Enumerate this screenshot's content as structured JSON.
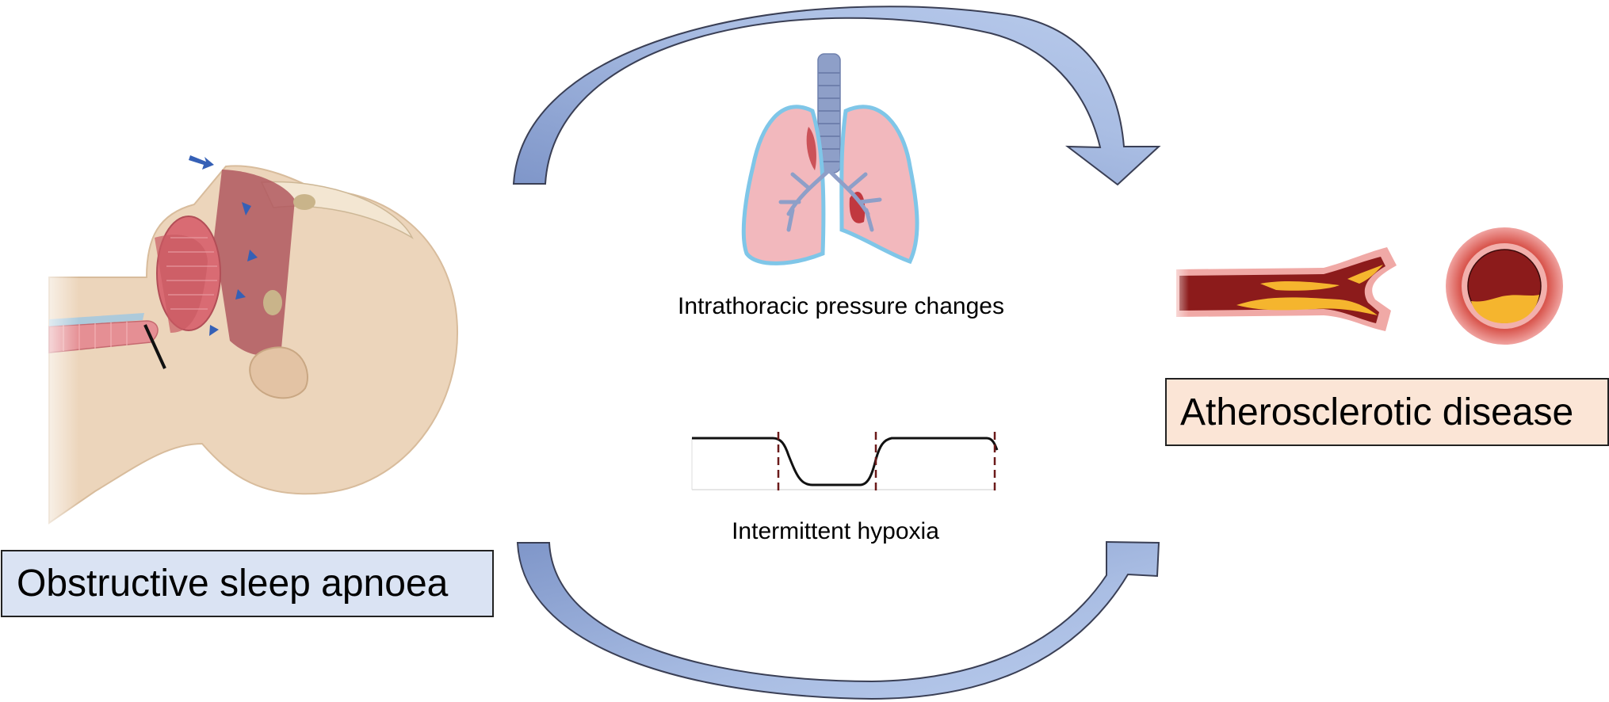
{
  "labels": {
    "osa": "Obstructive sleep apnoea",
    "atherosclerotic": "Atherosclerotic disease",
    "pressure": "Intrathoracic pressure changes",
    "hypoxia": "Intermittent hypoxia"
  },
  "colors": {
    "osa_box_fill": "#dae3f3",
    "atherosclerotic_box_fill": "#fbe5d6",
    "arrow_fill": "#a9bde3",
    "arrow_dark": "#6f86bf",
    "skin": "#ead2b6",
    "lung": "#f2b8bd",
    "lung_outline": "#7fc6e8",
    "artery_outer": "#e07b7b",
    "artery_lumen": "#8c1b1b",
    "plaque": "#f5b52e"
  },
  "icons": [
    "sleeping-head-icon",
    "lungs-icon",
    "artery-longitudinal-icon",
    "artery-cross-section-icon",
    "hypoxia-trace-icon"
  ]
}
